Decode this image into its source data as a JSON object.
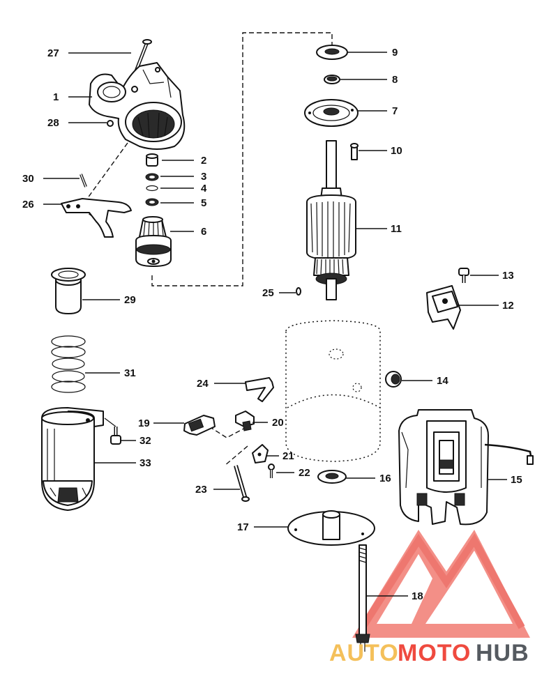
{
  "callouts": [
    "1",
    "2",
    "3",
    "4",
    "5",
    "6",
    "7",
    "8",
    "9",
    "10",
    "11",
    "12",
    "13",
    "14",
    "15",
    "16",
    "17",
    "18",
    "19",
    "20",
    "21",
    "22",
    "23",
    "24",
    "25",
    "26",
    "27",
    "28",
    "29",
    "30",
    "31",
    "32",
    "33"
  ],
  "watermark": {
    "auto": "AUTO",
    "moto": "MOTO",
    "hub": "HUB",
    "colors": {
      "auto": "#f4c05a",
      "moto": "#ef4a3f",
      "hub": "#555a60"
    }
  }
}
